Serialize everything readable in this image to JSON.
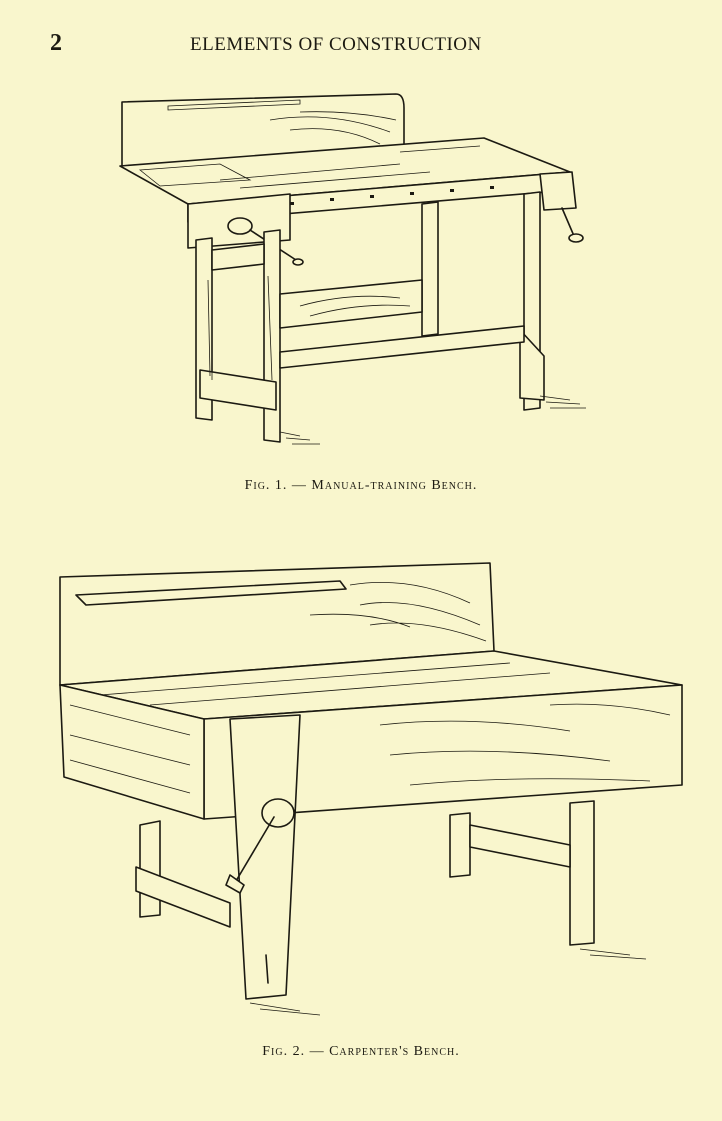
{
  "header": {
    "page_number": "2",
    "running_title": "ELEMENTS OF CONSTRUCTION"
  },
  "figures": [
    {
      "caption": "Fig. 1. — Manual-training Bench.",
      "icon": "manual-training-bench-illustration"
    },
    {
      "caption": "Fig. 2. — Carpenter's Bench.",
      "icon": "carpenters-bench-illustration"
    }
  ],
  "colors": {
    "paper": "#f9f6cd",
    "ink": "#1c1a12"
  }
}
